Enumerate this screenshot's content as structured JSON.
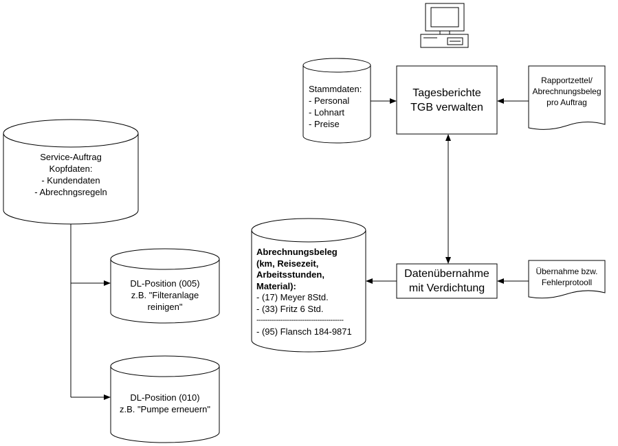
{
  "stammdaten": {
    "title": "Stammdaten:",
    "items": [
      "- Personal",
      "- Lohnart",
      "- Preise"
    ]
  },
  "tagesberichte": {
    "line1": "Tagesberichte",
    "line2": "TGB verwalten"
  },
  "rapportzettel": {
    "line1": "Rapportzettel/",
    "line2": "Abrechnungsbeleg",
    "line3": "pro Auftrag"
  },
  "service_auftrag": {
    "line1": "Service-Auftrag",
    "line2": "Kopfdaten:",
    "line3": "- Kundendaten",
    "line4": "- Abrechngsregeln"
  },
  "abrechnungsbeleg": {
    "bold_lines": [
      "Abrechnungsbeleg",
      "(km, Reisezeit,",
      "Arbeitsstunden,",
      "Material):"
    ],
    "lines": [
      "- (17) Meyer 8Std.",
      "- (33) Fritz 6 Std."
    ],
    "separator": "----------------------------------------",
    "last_line": "- (95) Flansch 184-9871"
  },
  "datenuebernahme": {
    "line1": "Datenübernahme",
    "line2": "mit Verdichtung"
  },
  "uebernahme": {
    "line1": "Übernahme bzw.",
    "line2": "Fehlerprotooll"
  },
  "dl_position_1": {
    "line1": "DL-Position (005)",
    "line2": "z.B. \"Filteranlage",
    "line3": "reinigen\""
  },
  "dl_position_2": {
    "line1": "DL-Position (010)",
    "line2": "z.B. \"Pumpe erneuern\""
  }
}
